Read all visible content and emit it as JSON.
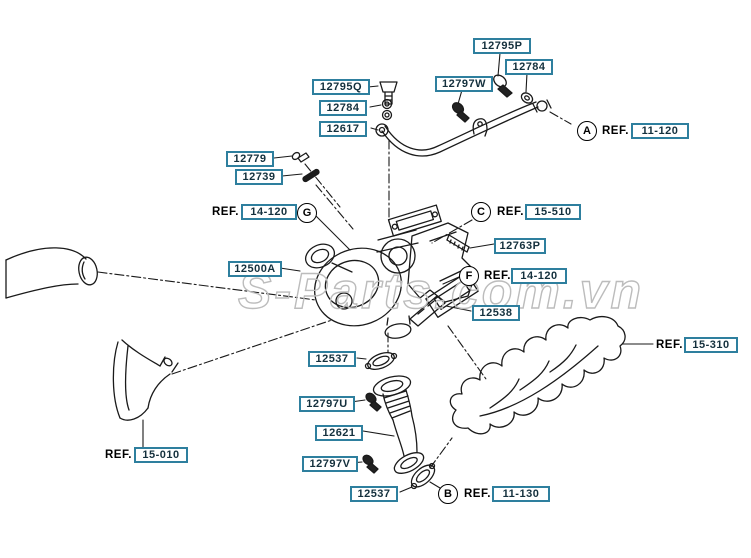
{
  "watermark": "S-Parts.com.vn",
  "diagram": {
    "description": "Turbocharger and exhaust manifold exploded parts diagram",
    "colors": {
      "label_border": "#2e7f9e",
      "label_text": "#14303d",
      "line": "#1a1a1a",
      "watermark": "#bcbcbc"
    },
    "part_labels": [
      {
        "text": "12795P"
      },
      {
        "text": "12784"
      },
      {
        "text": "12797W"
      },
      {
        "text": "12795Q"
      },
      {
        "text": "12784"
      },
      {
        "text": "12617"
      },
      {
        "text": "12779"
      },
      {
        "text": "12739"
      },
      {
        "text": "12500A"
      },
      {
        "text": "12763P"
      },
      {
        "text": "12538"
      },
      {
        "text": "12537"
      },
      {
        "text": "12797U"
      },
      {
        "text": "12621"
      },
      {
        "text": "12797V"
      },
      {
        "text": "12537"
      }
    ],
    "refs": [
      {
        "letter": "A",
        "prefix": "REF.",
        "code": "11-120"
      },
      {
        "letter": "G",
        "prefix": "REF.",
        "code": "14-120"
      },
      {
        "letter": "C",
        "prefix": "REF.",
        "code": "15-510"
      },
      {
        "letter": "F",
        "prefix": "REF.",
        "code": "14-120"
      },
      {
        "prefix": "REF.",
        "code": "15-310"
      },
      {
        "prefix": "REF.",
        "code": "15-010"
      },
      {
        "letter": "B",
        "prefix": "REF.",
        "code": "11-130"
      }
    ]
  }
}
